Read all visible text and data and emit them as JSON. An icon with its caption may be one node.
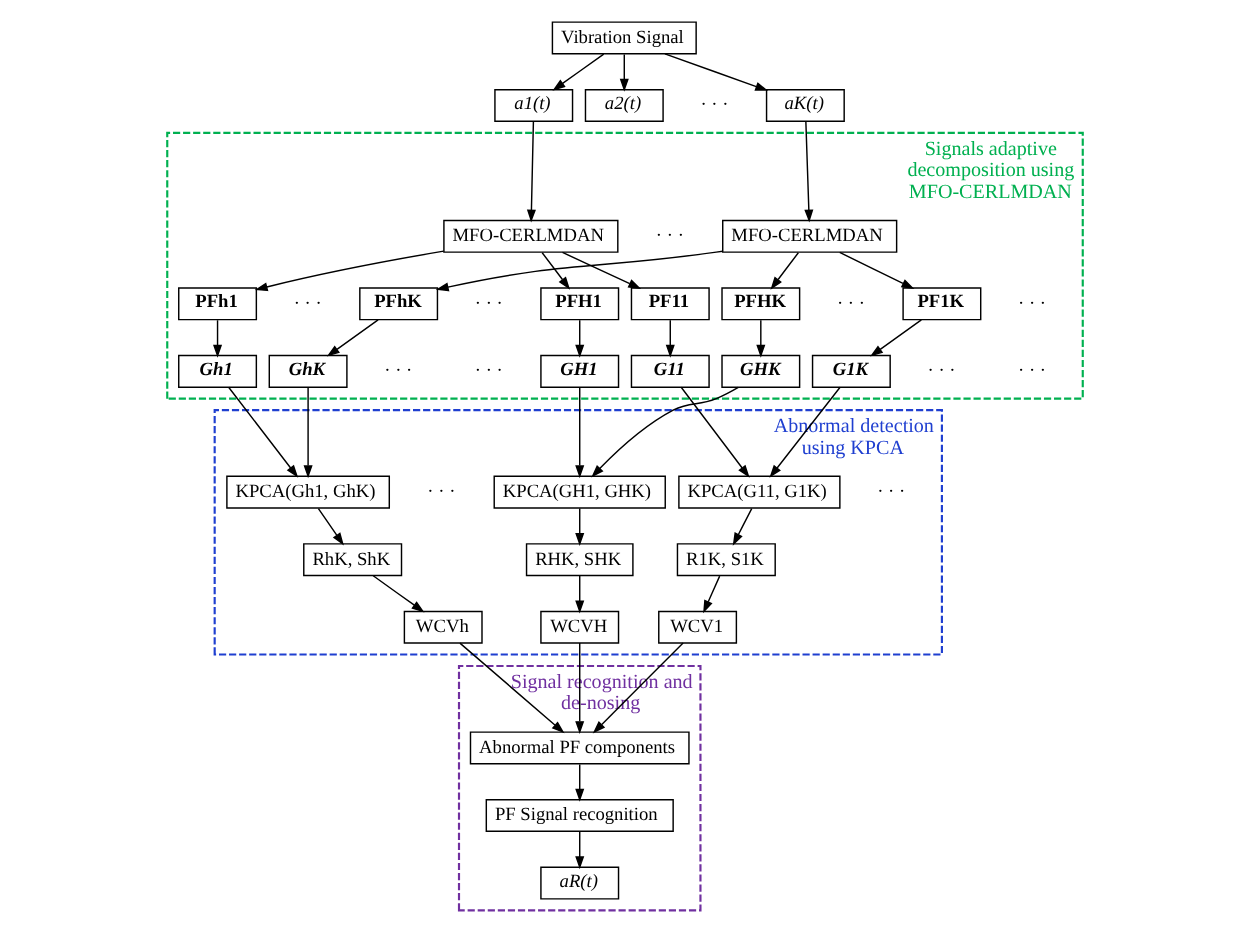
{
  "diagram": {
    "nodes": [
      {
        "text": [
          "Vibration Signal"
        ]
      },
      {
        "text": [
          "a1(t)"
        ]
      },
      {
        "text": [
          "a2(t)"
        ]
      },
      {
        "text": [
          "aK(t)"
        ]
      },
      {
        "text": [
          "Signals adaptive decomposition using MFO-CERLMDAN"
        ]
      },
      {
        "text": [
          "MFO-CERLMDAN"
        ],
        "in": 4
      },
      {
        "text": [
          "MFO-CERLMDAN"
        ],
        "in": 4
      },
      {
        "text": [
          "PF11"
        ],
        "in": 4
      },
      {
        "text": [
          "PFh1"
        ],
        "in": 4
      },
      {
        "text": [
          "PFH1"
        ],
        "in": 4
      },
      {
        "text": [
          "PF1K"
        ],
        "in": 4
      },
      {
        "text": [
          "PFhK"
        ],
        "in": 4
      },
      {
        "text": [
          "PFHK"
        ],
        "in": 4
      },
      {
        "text": [
          "G11"
        ],
        "in": 4
      },
      {
        "text": [
          "Gh1"
        ],
        "in": 4
      },
      {
        "text": [
          "GH1"
        ],
        "in": 4
      },
      {
        "text": [
          "G1K"
        ],
        "in": 4
      },
      {
        "text": [
          "GhK"
        ],
        "in": 4
      },
      {
        "text": [
          "GHK"
        ],
        "in": 4
      },
      {
        "text": [
          "Abnormal detection using KPCA"
        ]
      },
      {
        "text": [
          "KPCA(G11, G1K)"
        ],
        "in": 19
      },
      {
        "text": [
          "KPCA(Gh1, GhK)"
        ],
        "in": 19
      },
      {
        "text": [
          "KPCA(GH1, GHK)"
        ],
        "in": 19
      },
      {
        "text": [
          "R1K, S1K"
        ],
        "in": 19
      },
      {
        "text": [
          "RhK, ShK"
        ],
        "in": 19
      },
      {
        "text": [
          "RHK, SHK"
        ],
        "in": 19
      },
      {
        "text": [
          "WCV1"
        ],
        "in": 19
      },
      {
        "text": [
          "WCVh"
        ],
        "in": 19
      },
      {
        "text": [
          "WCVH"
        ],
        "in": 19
      },
      {
        "text": [
          "Signal recognition and de-nosing"
        ]
      },
      {
        "text": [
          "Abnormal PF components"
        ],
        "in": 29
      },
      {
        "text": [
          "PF Signal recognition"
        ],
        "in": 29
      },
      {
        "text": [
          "aR(t)"
        ],
        "in": 29
      }
    ],
    "edges": [
      {
        "from": 0,
        "to": 1,
        "arrow": "to"
      },
      {
        "from": 0,
        "to": 2,
        "arrow": "to"
      },
      {
        "from": 0,
        "to": 3,
        "arrow": "to"
      },
      {
        "from": 1,
        "to": 5,
        "arrow": "to"
      },
      {
        "from": 3,
        "to": 6,
        "arrow": "to"
      },
      {
        "from": 5,
        "to": 7,
        "arrow": "to"
      },
      {
        "from": 5,
        "to": 8,
        "arrow": "to"
      },
      {
        "from": 5,
        "to": 9,
        "arrow": "to"
      },
      {
        "from": 6,
        "to": 10,
        "arrow": "to"
      },
      {
        "from": 6,
        "to": 11,
        "arrow": "to"
      },
      {
        "from": 6,
        "to": 12,
        "arrow": "to"
      },
      {
        "from": 7,
        "to": 13,
        "arrow": "to"
      },
      {
        "from": 8,
        "to": 14,
        "arrow": "to"
      },
      {
        "from": 9,
        "to": 15,
        "arrow": "to"
      },
      {
        "from": 10,
        "to": 16,
        "arrow": "to"
      },
      {
        "from": 11,
        "to": 17,
        "arrow": "to"
      },
      {
        "from": 12,
        "to": 18,
        "arrow": "to"
      },
      {
        "from": 13,
        "to": 20,
        "arrow": "to"
      },
      {
        "from": 16,
        "to": 20,
        "arrow": "to"
      },
      {
        "from": 14,
        "to": 21,
        "arrow": "to"
      },
      {
        "from": 17,
        "to": 21,
        "arrow": "to"
      },
      {
        "from": 15,
        "to": 22,
        "arrow": "to"
      },
      {
        "from": 18,
        "to": 22,
        "arrow": "to"
      },
      {
        "from": 20,
        "to": 23,
        "arrow": "to"
      },
      {
        "from": 21,
        "to": 24,
        "arrow": "to"
      },
      {
        "from": 22,
        "to": 25,
        "arrow": "to"
      },
      {
        "from": 23,
        "to": 26,
        "arrow": "to"
      },
      {
        "from": 24,
        "to": 27,
        "arrow": "to"
      },
      {
        "from": 25,
        "to": 28,
        "arrow": "to"
      },
      {
        "from": 26,
        "to": 30,
        "arrow": "to"
      },
      {
        "from": 27,
        "to": 30,
        "arrow": "to"
      },
      {
        "from": 28,
        "to": 30,
        "arrow": "to"
      },
      {
        "from": 30,
        "to": 31,
        "arrow": "to"
      },
      {
        "from": 31,
        "to": 32,
        "arrow": "to"
      }
    ],
    "labels": [
      "· · ·",
      "· · ·",
      "· · ·",
      "· · ·",
      "· · ·",
      "· · ·",
      "· · ·",
      "· · ·",
      "· · ·",
      "· · ·",
      "· · ·",
      "· · ·"
    ]
  }
}
